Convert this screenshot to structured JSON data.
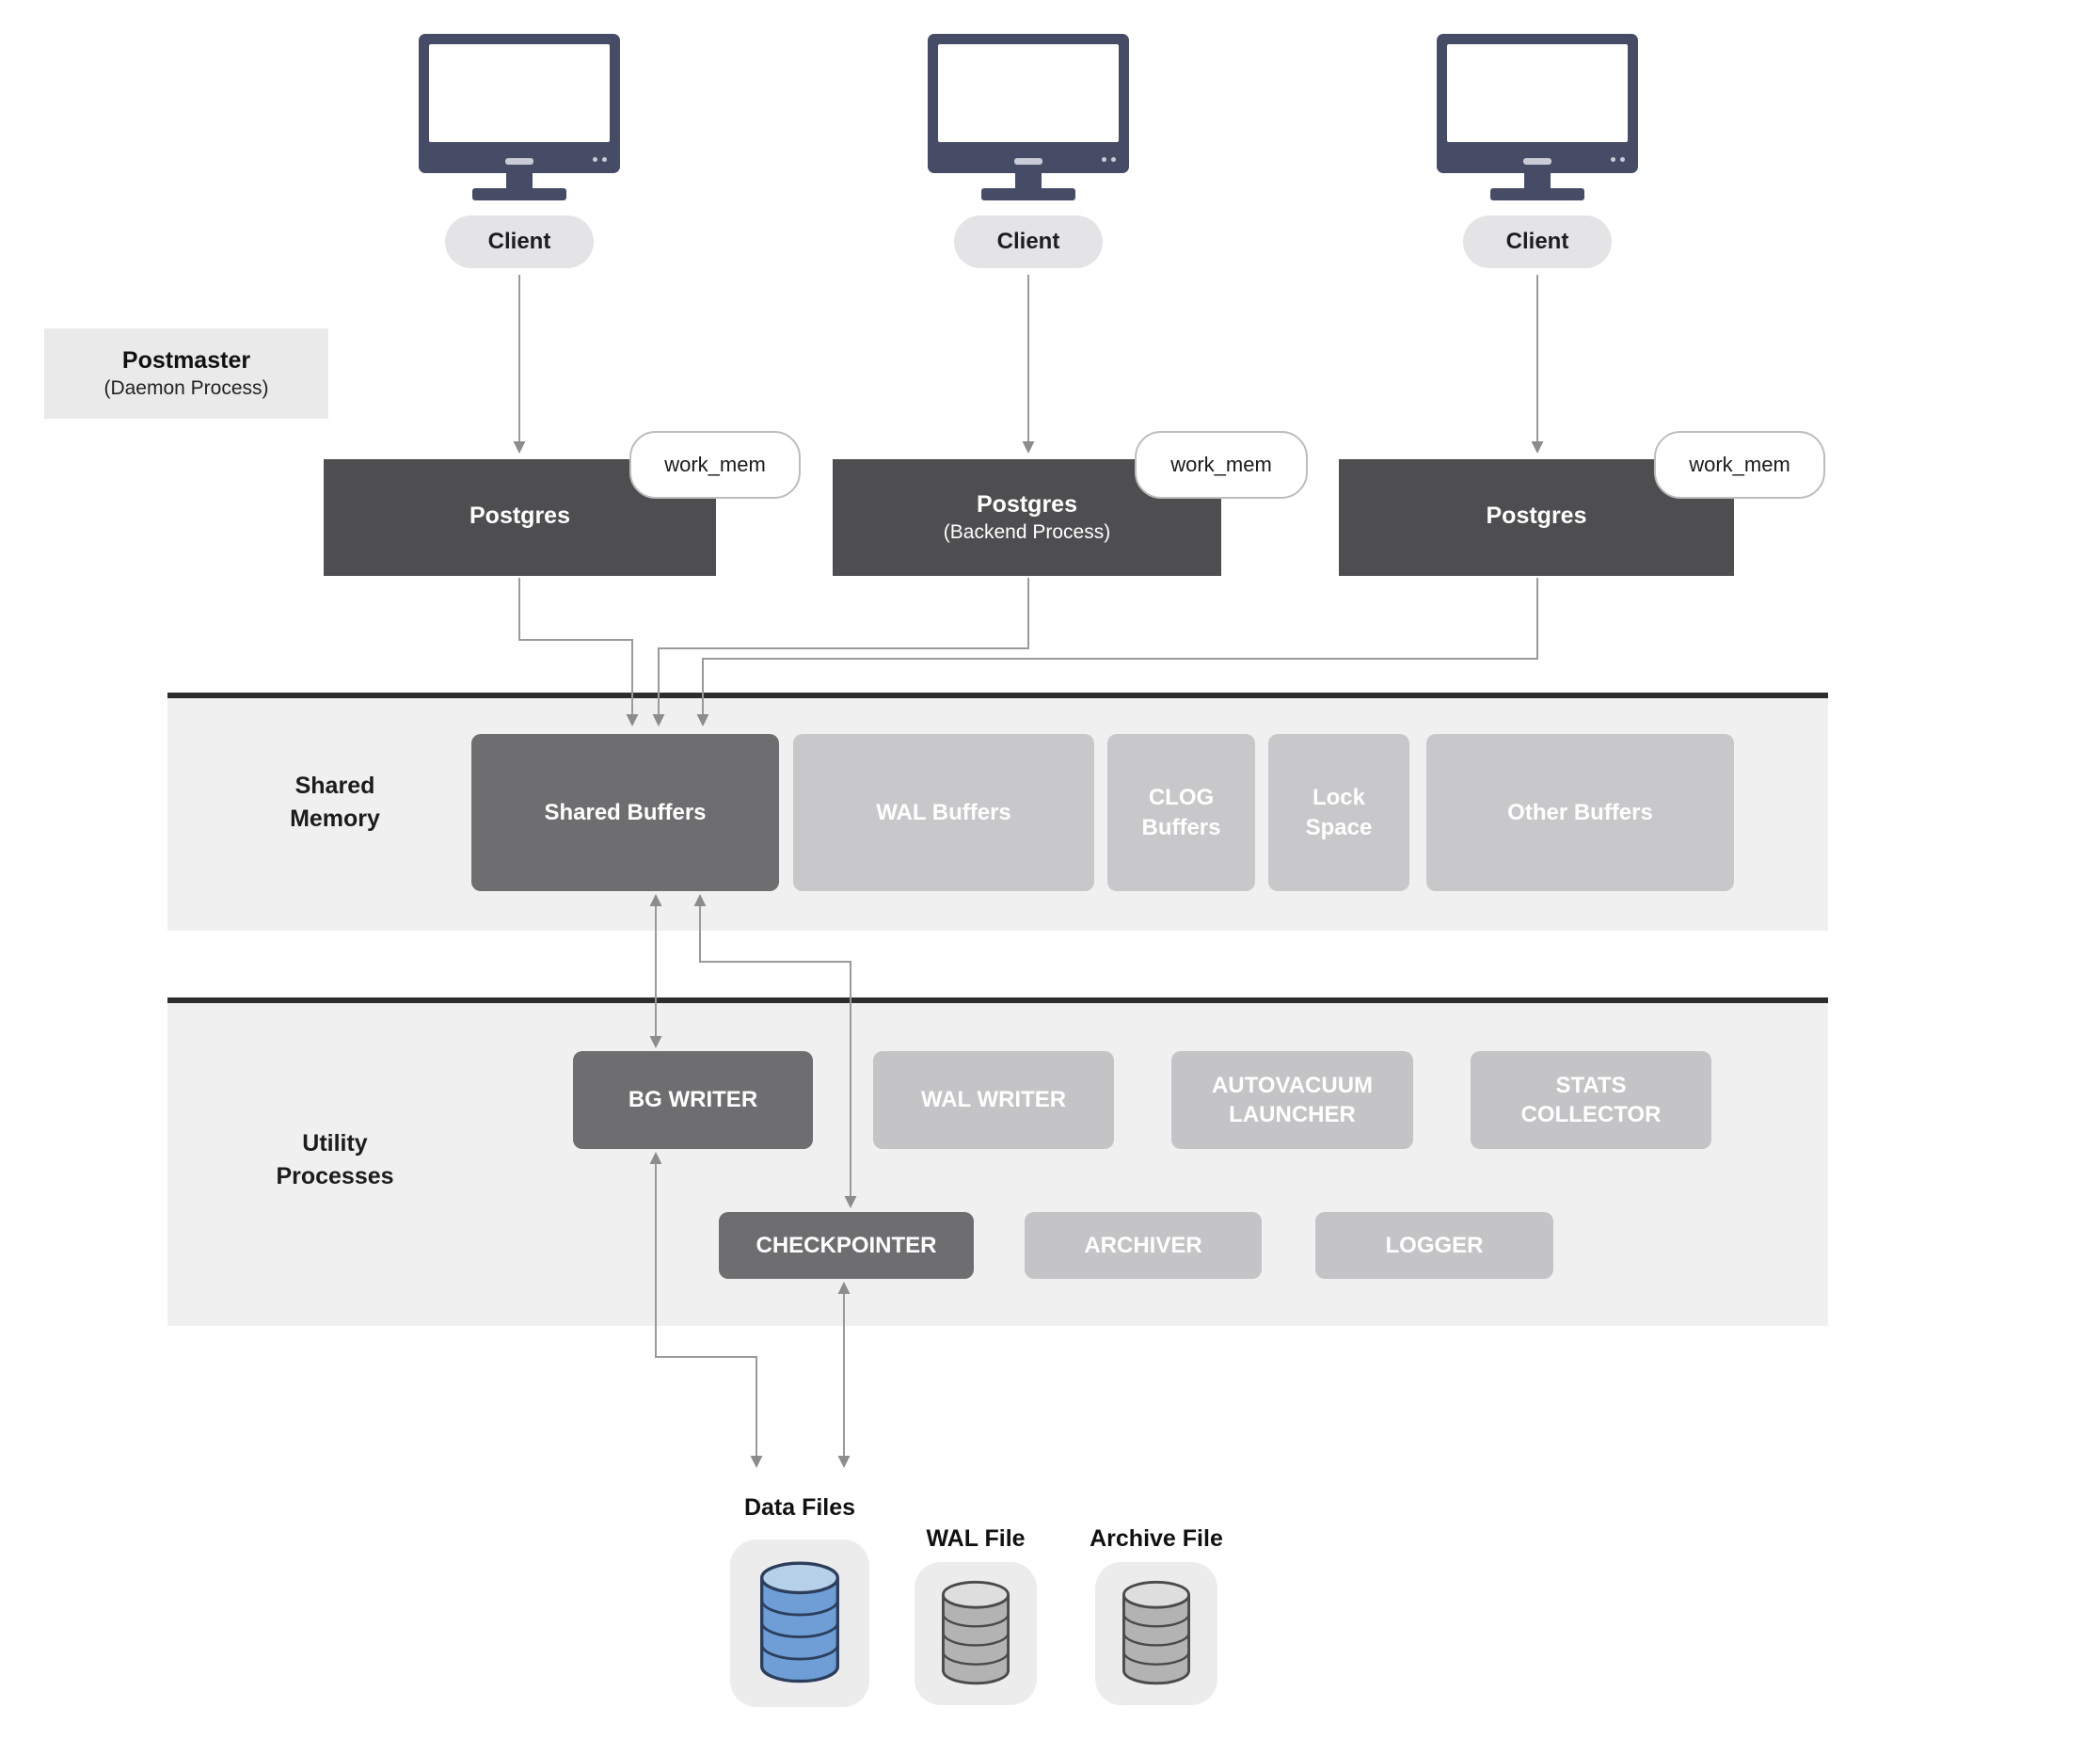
{
  "clients": [
    {
      "label": "Client"
    },
    {
      "label": "Client"
    },
    {
      "label": "Client"
    }
  ],
  "postmaster": {
    "title": "Postmaster",
    "subtitle": "(Daemon Process)"
  },
  "backends": [
    {
      "title": "Postgres",
      "subtitle": "",
      "badge": "work_mem"
    },
    {
      "title": "Postgres",
      "subtitle": "(Backend Process)",
      "badge": "work_mem"
    },
    {
      "title": "Postgres",
      "subtitle": "",
      "badge": "work_mem"
    }
  ],
  "shared_memory": {
    "label_line1": "Shared",
    "label_line2": "Memory",
    "boxes": [
      {
        "label": "Shared Buffers",
        "emphasis": true
      },
      {
        "label": "WAL Buffers",
        "emphasis": false
      },
      {
        "label": "CLOG Buffers",
        "emphasis": false
      },
      {
        "label": "Lock Space",
        "emphasis": false
      },
      {
        "label": "Other Buffers",
        "emphasis": false
      }
    ]
  },
  "utility": {
    "label_line1": "Utility",
    "label_line2": "Processes",
    "row1": [
      {
        "label": "BG WRITER",
        "emphasis": true
      },
      {
        "label": "WAL WRITER",
        "emphasis": false
      },
      {
        "label": "AUTOVACUUM LAUNCHER",
        "emphasis": false
      },
      {
        "label": "STATS COLLECTOR",
        "emphasis": false
      }
    ],
    "row2": [
      {
        "label": "CHECKPOINTER",
        "emphasis": true
      },
      {
        "label": "ARCHIVER",
        "emphasis": false
      },
      {
        "label": "LOGGER",
        "emphasis": false
      }
    ]
  },
  "storage": [
    {
      "label": "Data Files",
      "icon": "database-cylinder-icon",
      "color": "#6f9ed6"
    },
    {
      "label": "WAL File",
      "icon": "database-cylinder-icon",
      "color": "#b3b3b3"
    },
    {
      "label": "Archive File",
      "icon": "database-cylinder-icon",
      "color": "#b3b3b3"
    }
  ],
  "icons": {
    "client": "desktop-monitor-icon"
  },
  "colors": {
    "dark_box": "#4e4e50",
    "mid_box": "#6e6e70",
    "light_box": "#c6c6c8",
    "band_background": "#f0f0f0",
    "band_border": "#2d2d2d",
    "arrow": "#9a9a9a",
    "monitor": "#474c66",
    "blue_database": "#6f9ed6",
    "gray_database": "#b3b3b3"
  }
}
